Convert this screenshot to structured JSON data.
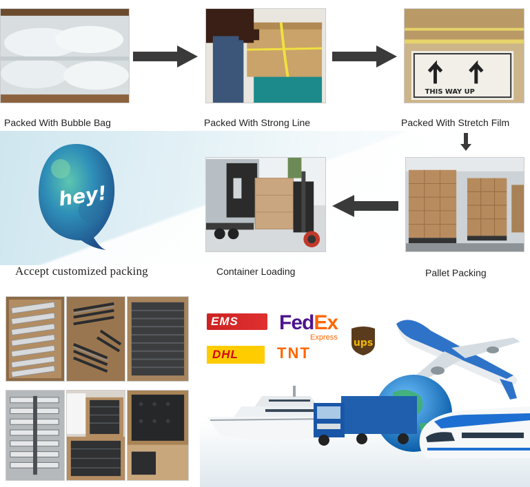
{
  "steps": {
    "bubble_bag": "Packed With Bubble Bag",
    "strong_line": "Packed With Strong Line",
    "stretch_film": "Packed With Stretch Film",
    "pallet": "Pallet Packing",
    "container": "Container Loading",
    "custom": "Accept customized packing"
  },
  "bubble_text": "hey!",
  "stretch_film_box_text": "THIS WAY UP",
  "couriers": {
    "ems": "EMS",
    "fedex_fed": "Fed",
    "fedex_ex": "Ex",
    "fedex_express": "Express",
    "dhl": "DHL",
    "tnt": "TNT",
    "ups": "ups"
  },
  "colors": {
    "arrow": "#3a3a3a",
    "fedex_purple": "#4d148c",
    "fedex_orange": "#ff6600",
    "ems_red": "#d32f2f",
    "dhl_yellow": "#ffcc00",
    "ups_brown": "#5a3b1c",
    "ups_gold": "#f2b705"
  }
}
